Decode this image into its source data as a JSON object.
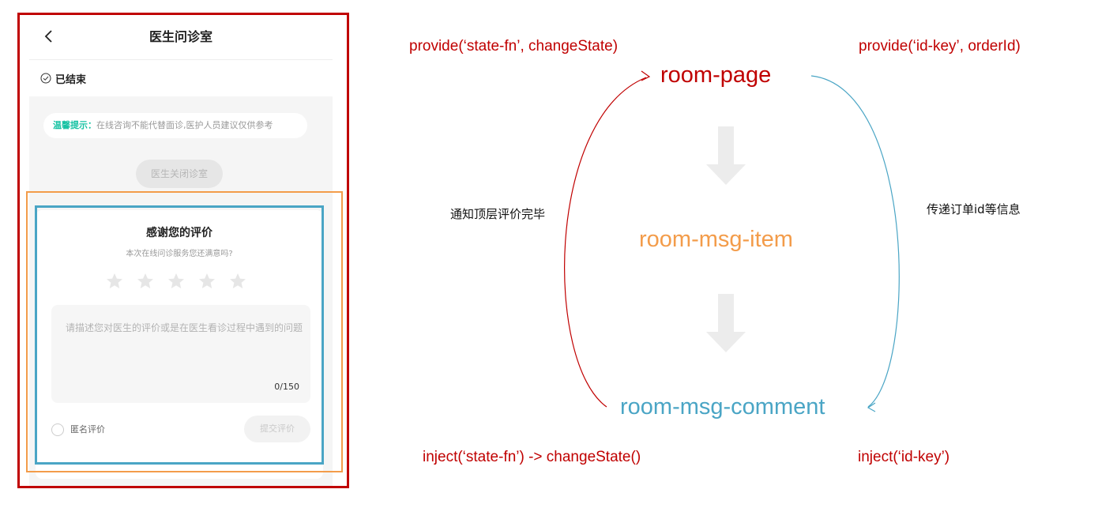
{
  "phone": {
    "title": "医生问诊室",
    "status": "已结束",
    "tip_label": "温馨提示：",
    "tip_text": "在线咨询不能代替面诊,医护人员建议仅供参考",
    "close_button": "医生关闭诊室",
    "comment": {
      "title": "感谢您的评价",
      "subtitle": "本次在线问诊服务您还满意吗?",
      "placeholder": "请描述您对医生的评价或是在医生看诊过程中遇到的问题",
      "counter": "0/150",
      "anonymous": "匿名评价",
      "submit": "提交评价"
    }
  },
  "diagram": {
    "provide_state": "provide(‘state-fn’, changeState)",
    "provide_id": "provide(‘id-key’, orderId)",
    "node_page": "room-page",
    "node_item": "room-msg-item",
    "node_comment": "room-msg-comment",
    "note_left": "通知顶层评价完毕",
    "note_right": "传递订单id等信息",
    "inject_state": "inject(‘state-fn’) -> changeState()",
    "inject_id": "inject(‘id-key’)"
  },
  "colors": {
    "red": "#c00000",
    "orange": "#f39c4a",
    "blue": "#4aa5c5",
    "accent_green": "#16c2a3"
  }
}
